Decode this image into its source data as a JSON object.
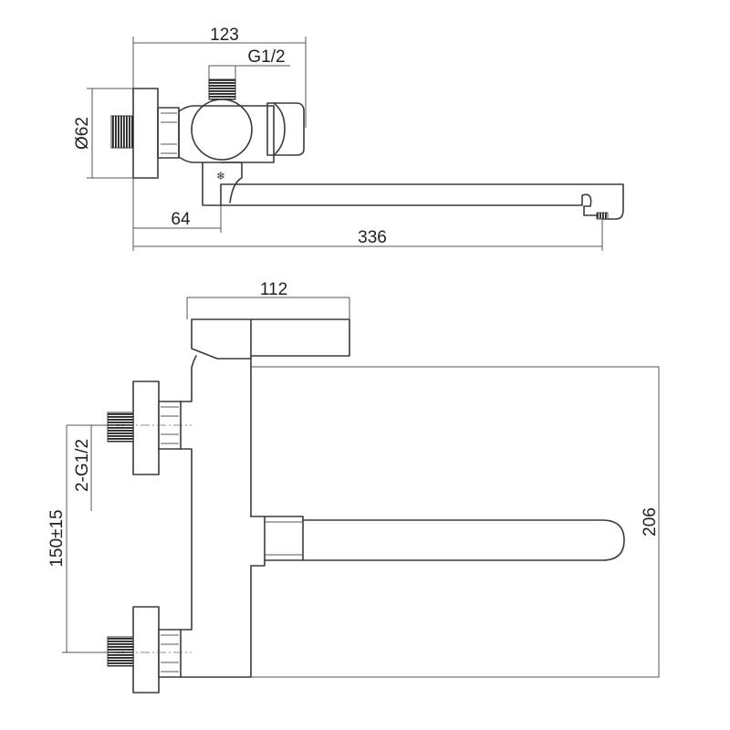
{
  "top_view": {
    "dim_overall_width": "123",
    "dim_inlet_thread": "G1/2",
    "dim_flange_dia": "Ø62",
    "dim_spout_offset": "64",
    "dim_total_length": "336"
  },
  "side_view": {
    "dim_handle_width": "112",
    "dim_inlet_threads": "2-G1/2",
    "dim_center_distance": "150±15",
    "dim_spout_height": "206"
  }
}
